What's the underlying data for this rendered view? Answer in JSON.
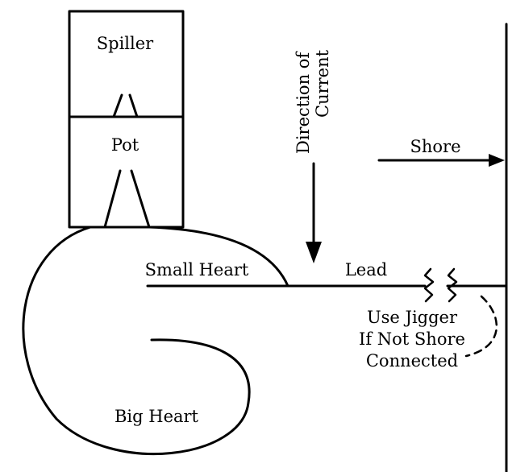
{
  "diagram": {
    "labels": {
      "spiller": "Spiller",
      "pot": "Pot",
      "direction_line1": "Direction of",
      "direction_line2": "Current",
      "shore": "Shore",
      "small_heart": "Small Heart",
      "lead": "Lead",
      "jigger_line1": "Use Jigger",
      "jigger_line2": "If Not Shore",
      "jigger_line3": "Connected",
      "big_heart": "Big Heart"
    },
    "colors": {
      "ink": "#000000",
      "background": "#ffffff"
    }
  }
}
